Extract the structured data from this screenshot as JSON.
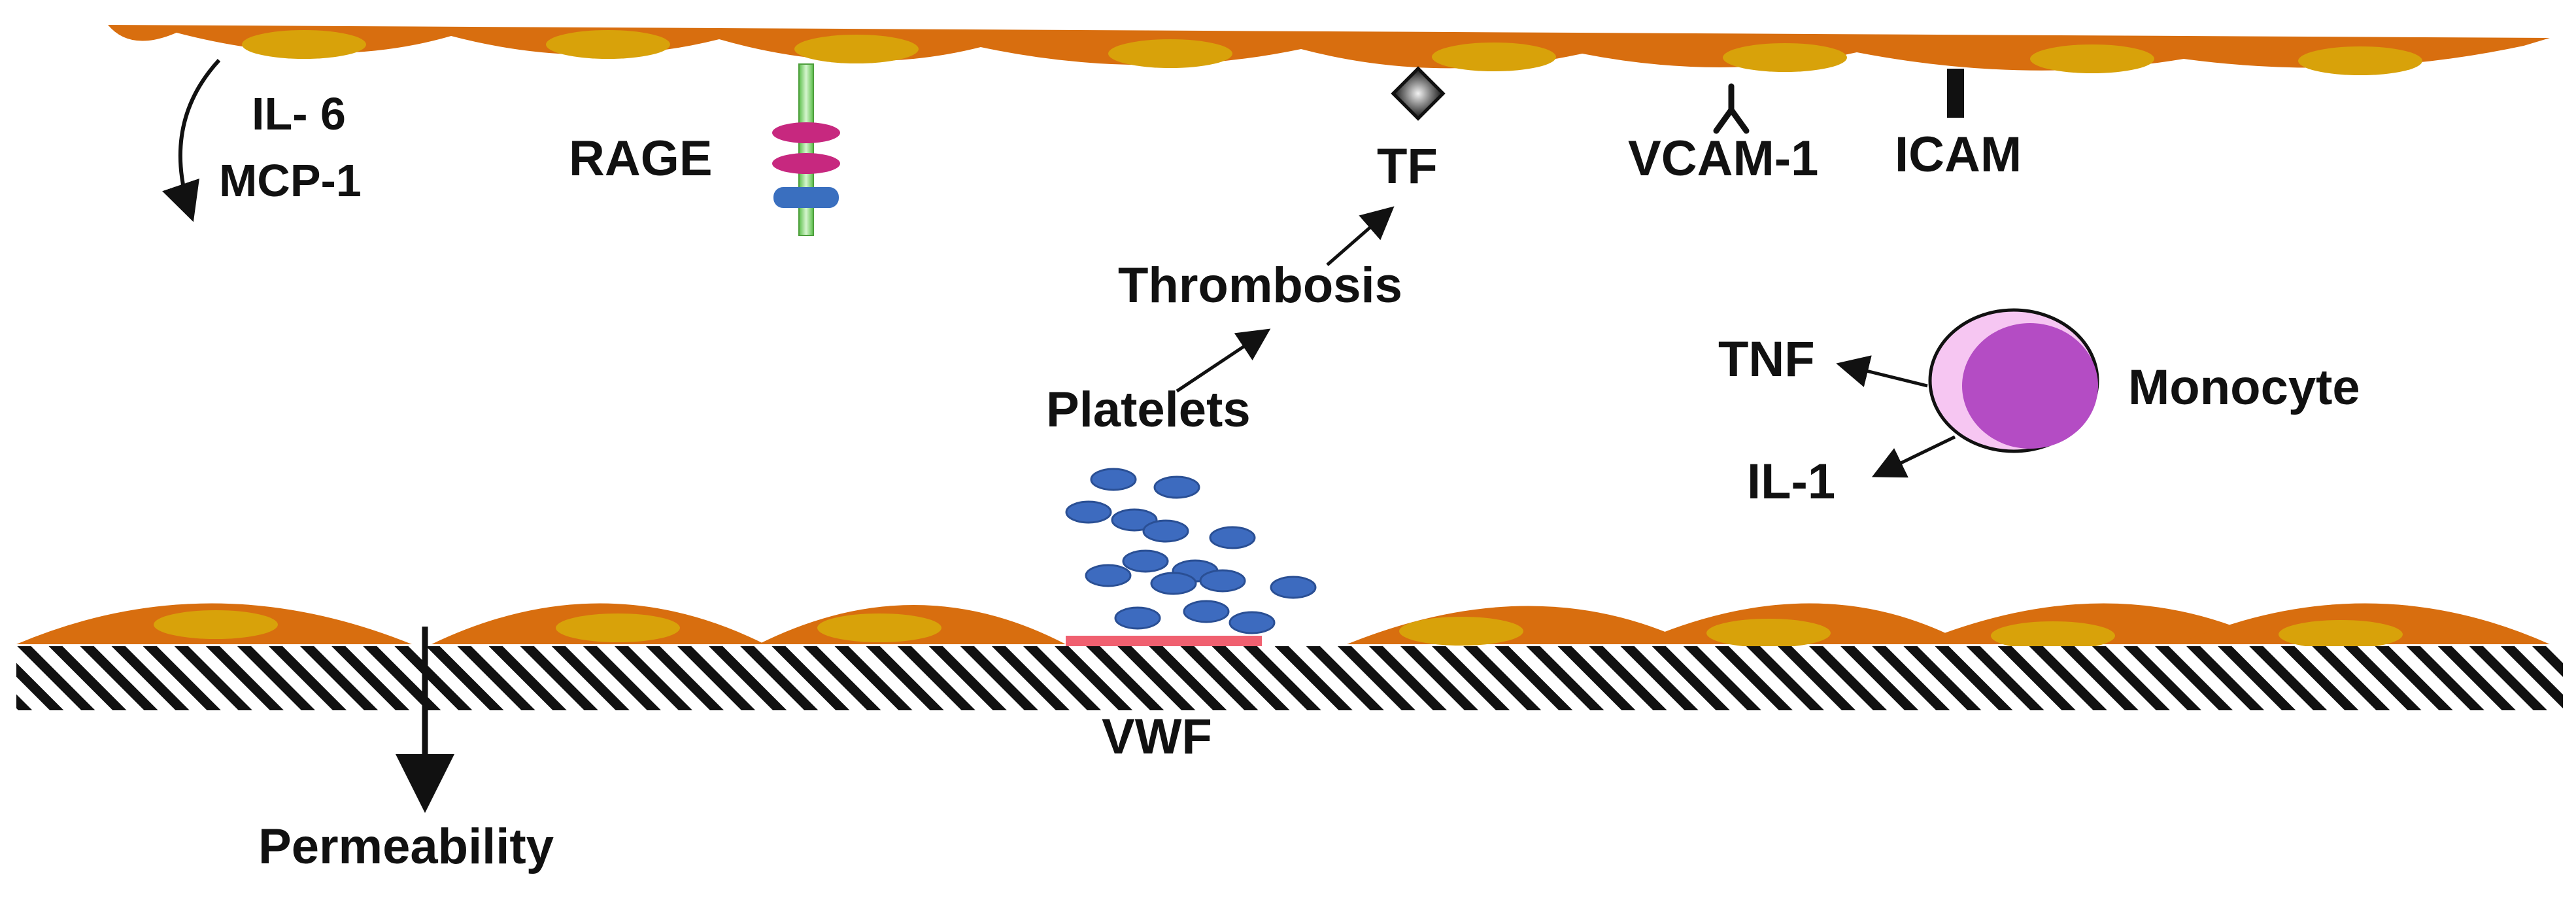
{
  "labels": {
    "il6": "IL- 6",
    "mcp1": "MCP-1",
    "rage": "RAGE",
    "tf": "TF",
    "vcam1": "VCAM-1",
    "icam": "ICAM",
    "thrombosis": "Thrombosis",
    "platelets": "Platelets",
    "tnf": "TNF",
    "monocyte": "Monocyte",
    "il1": "IL-1",
    "vwf": "VWF",
    "permeability": "Permeability"
  },
  "colors": {
    "endothelial_cell": "#D86E0F",
    "nucleus": "#D8A20A",
    "platelet": "#3D6BBF",
    "platelet_stroke": "#2A4F94",
    "vwf_strip": "#F06070",
    "monocyte_outer": "#F6C6F2",
    "monocyte_nucleus": "#B44CC4",
    "rage_domain": "#C7287F",
    "rage_base": "#3A6FBF",
    "rage_stem": "#8ED67E",
    "arrow": "#111111"
  },
  "icons": {
    "tissue_factor": "diamond-receptor-icon",
    "vcam": "y-shaped-receptor-icon",
    "icam": "bar-receptor-icon",
    "rage": "membrane-receptor-icon"
  }
}
